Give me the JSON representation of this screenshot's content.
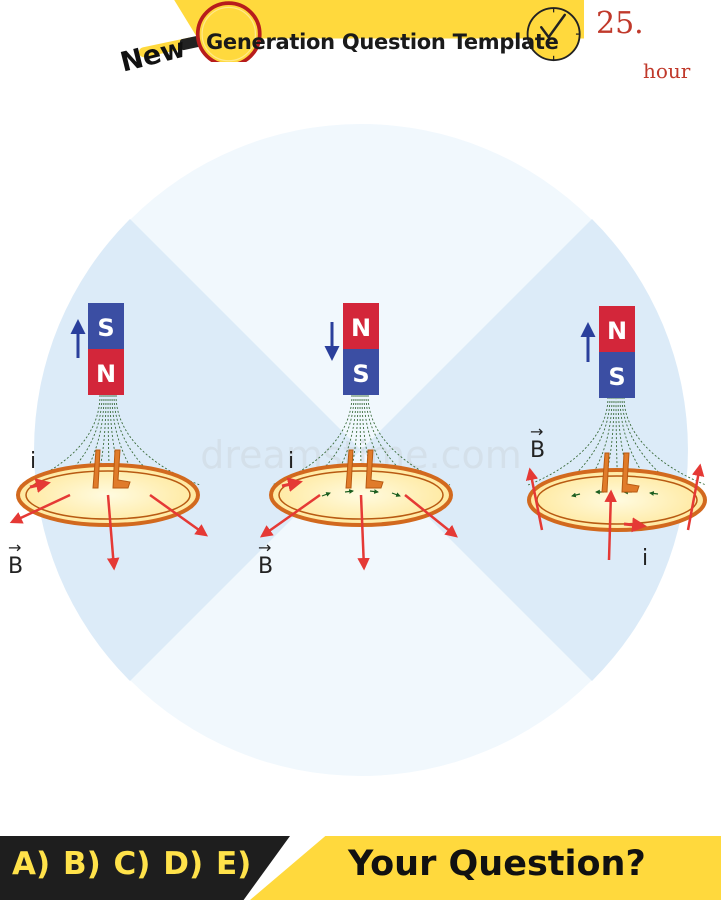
{
  "header": {
    "badge_text": "New",
    "title": "Generation Question Template",
    "clock_number": "25.",
    "clock_unit": "hour"
  },
  "diagram": {
    "magnets": [
      {
        "top": "S",
        "bottom": "N"
      },
      {
        "top": "N",
        "bottom": "S"
      },
      {
        "top": "N",
        "bottom": "S"
      }
    ],
    "labels": {
      "current": "i",
      "field": "B",
      "vector_arrow": "→"
    },
    "watermark": "dreamstime.com"
  },
  "footer": {
    "answers": "A) B) C) D) E)",
    "prompt": "Your Question?"
  },
  "colors": {
    "header_yellow": "#ffd93d",
    "magnet_blue": "#3b4ea3",
    "magnet_red": "#d3263a",
    "arrow_red": "#e53935",
    "field_blue": "#2a3f9c",
    "coil_orange": "#d2691e",
    "background_circle": "#eef6fc"
  }
}
